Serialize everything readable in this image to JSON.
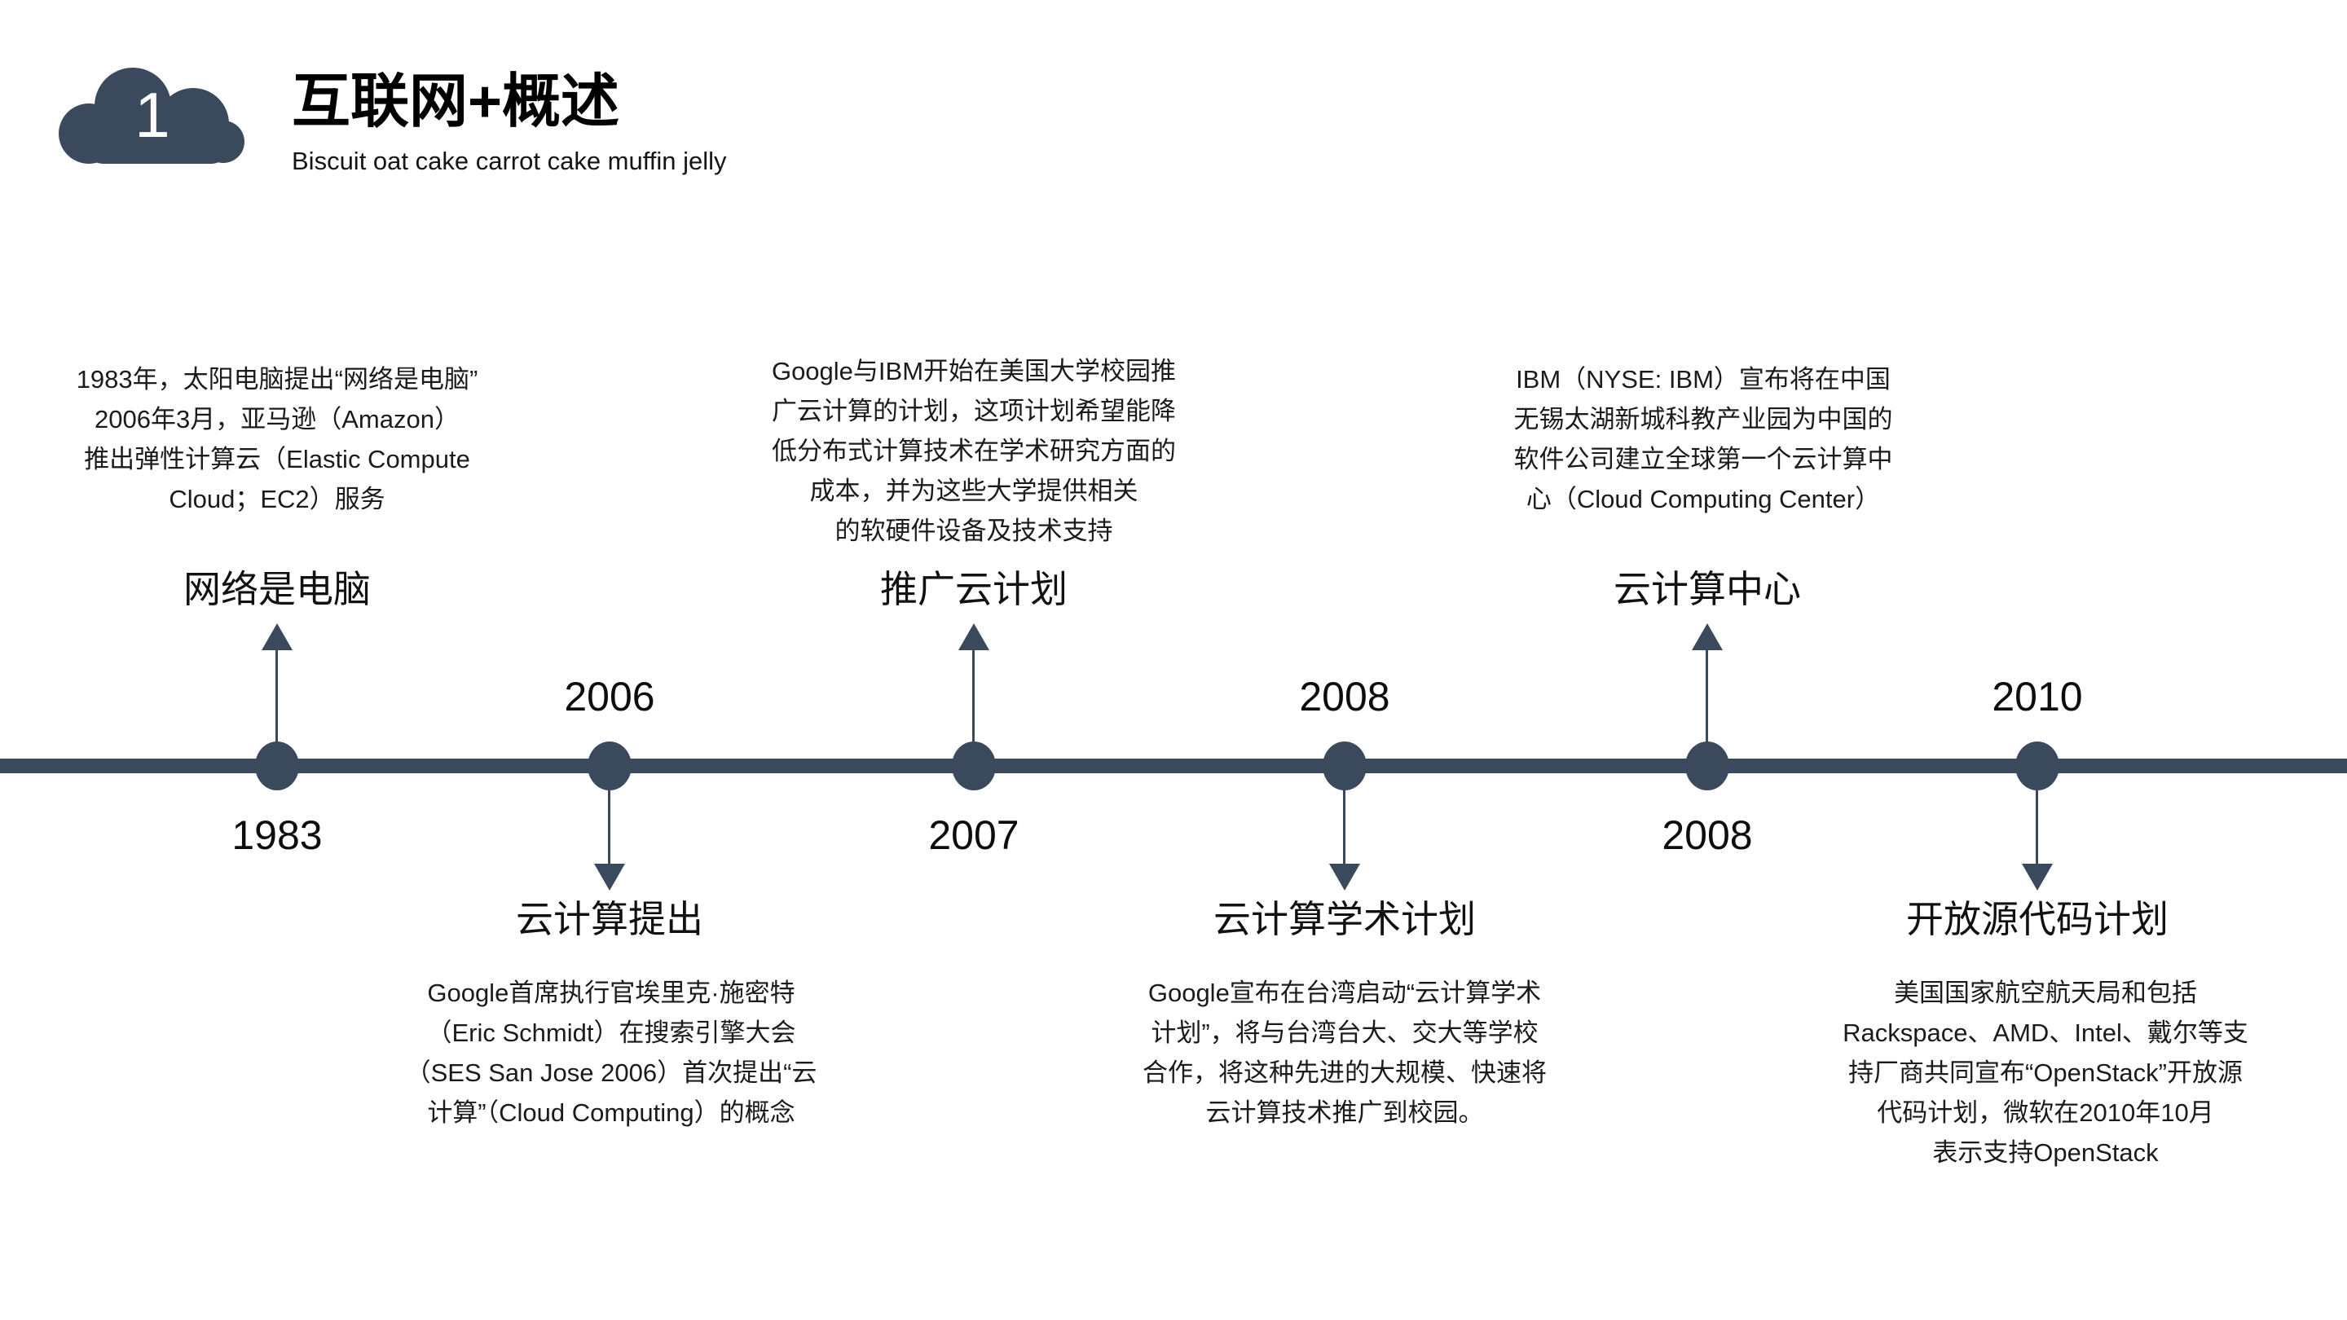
{
  "header": {
    "badge_number": "1",
    "badge_icon": "cloud-icon",
    "title": "互联网+概述",
    "subtitle": "Biscuit oat cake carrot cake muffin jelly"
  },
  "theme": {
    "accent": "#3a4a5c",
    "text": "#111111",
    "background": "#ffffff"
  },
  "timeline": {
    "axis_color": "#3a4a5c",
    "events": [
      {
        "year": "1983",
        "year_position": "below",
        "headline": "网络是电脑",
        "headline_position": "above",
        "body": "1983年，太阳电脑提出“网络是电脑”\n2006年3月，亚马逊（Amazon）\n推出弹性计算云（Elastic Compute\nCloud；EC2）服务",
        "arrow_direction": "up"
      },
      {
        "year": "2006",
        "year_position": "above",
        "headline": "云计算提出",
        "headline_position": "below",
        "body": "Google首席执行官埃里克·施密特\n（Eric Schmidt）在搜索引擎大会\n（SES San Jose 2006）首次提出“云\n计算”（Cloud Computing）的概念",
        "arrow_direction": "down"
      },
      {
        "year": "2007",
        "year_position": "below",
        "headline": "推广云计划",
        "headline_position": "above",
        "body": "Google与IBM开始在美国大学校园推\n广云计算的计划，这项计划希望能降\n低分布式计算技术在学术研究方面的\n成本，并为这些大学提供相关\n的软硬件设备及技术支持",
        "arrow_direction": "up"
      },
      {
        "year": "2008",
        "year_position": "above",
        "headline": "云计算学术计划",
        "headline_position": "below",
        "body": "Google宣布在台湾启动“云计算学术\n计划”，将与台湾台大、交大等学校\n合作，将这种先进的大规模、快速将\n云计算技术推广到校园。",
        "arrow_direction": "down"
      },
      {
        "year": "2008",
        "year_position": "below",
        "headline": "云计算中心",
        "headline_position": "above",
        "body": "IBM（NYSE: IBM）宣布将在中国\n无锡太湖新城科教产业园为中国的\n软件公司建立全球第一个云计算中\n心（Cloud Computing Center）",
        "arrow_direction": "up"
      },
      {
        "year": "2010",
        "year_position": "above",
        "headline": "开放源代码计划",
        "headline_position": "below",
        "body": "美国国家航空航天局和包括\nRackspace、AMD、Intel、戴尔等支\n持厂商共同宣布“OpenStack”开放源\n代码计划，微软在2010年10月\n表示支持OpenStack",
        "arrow_direction": "down"
      }
    ]
  }
}
